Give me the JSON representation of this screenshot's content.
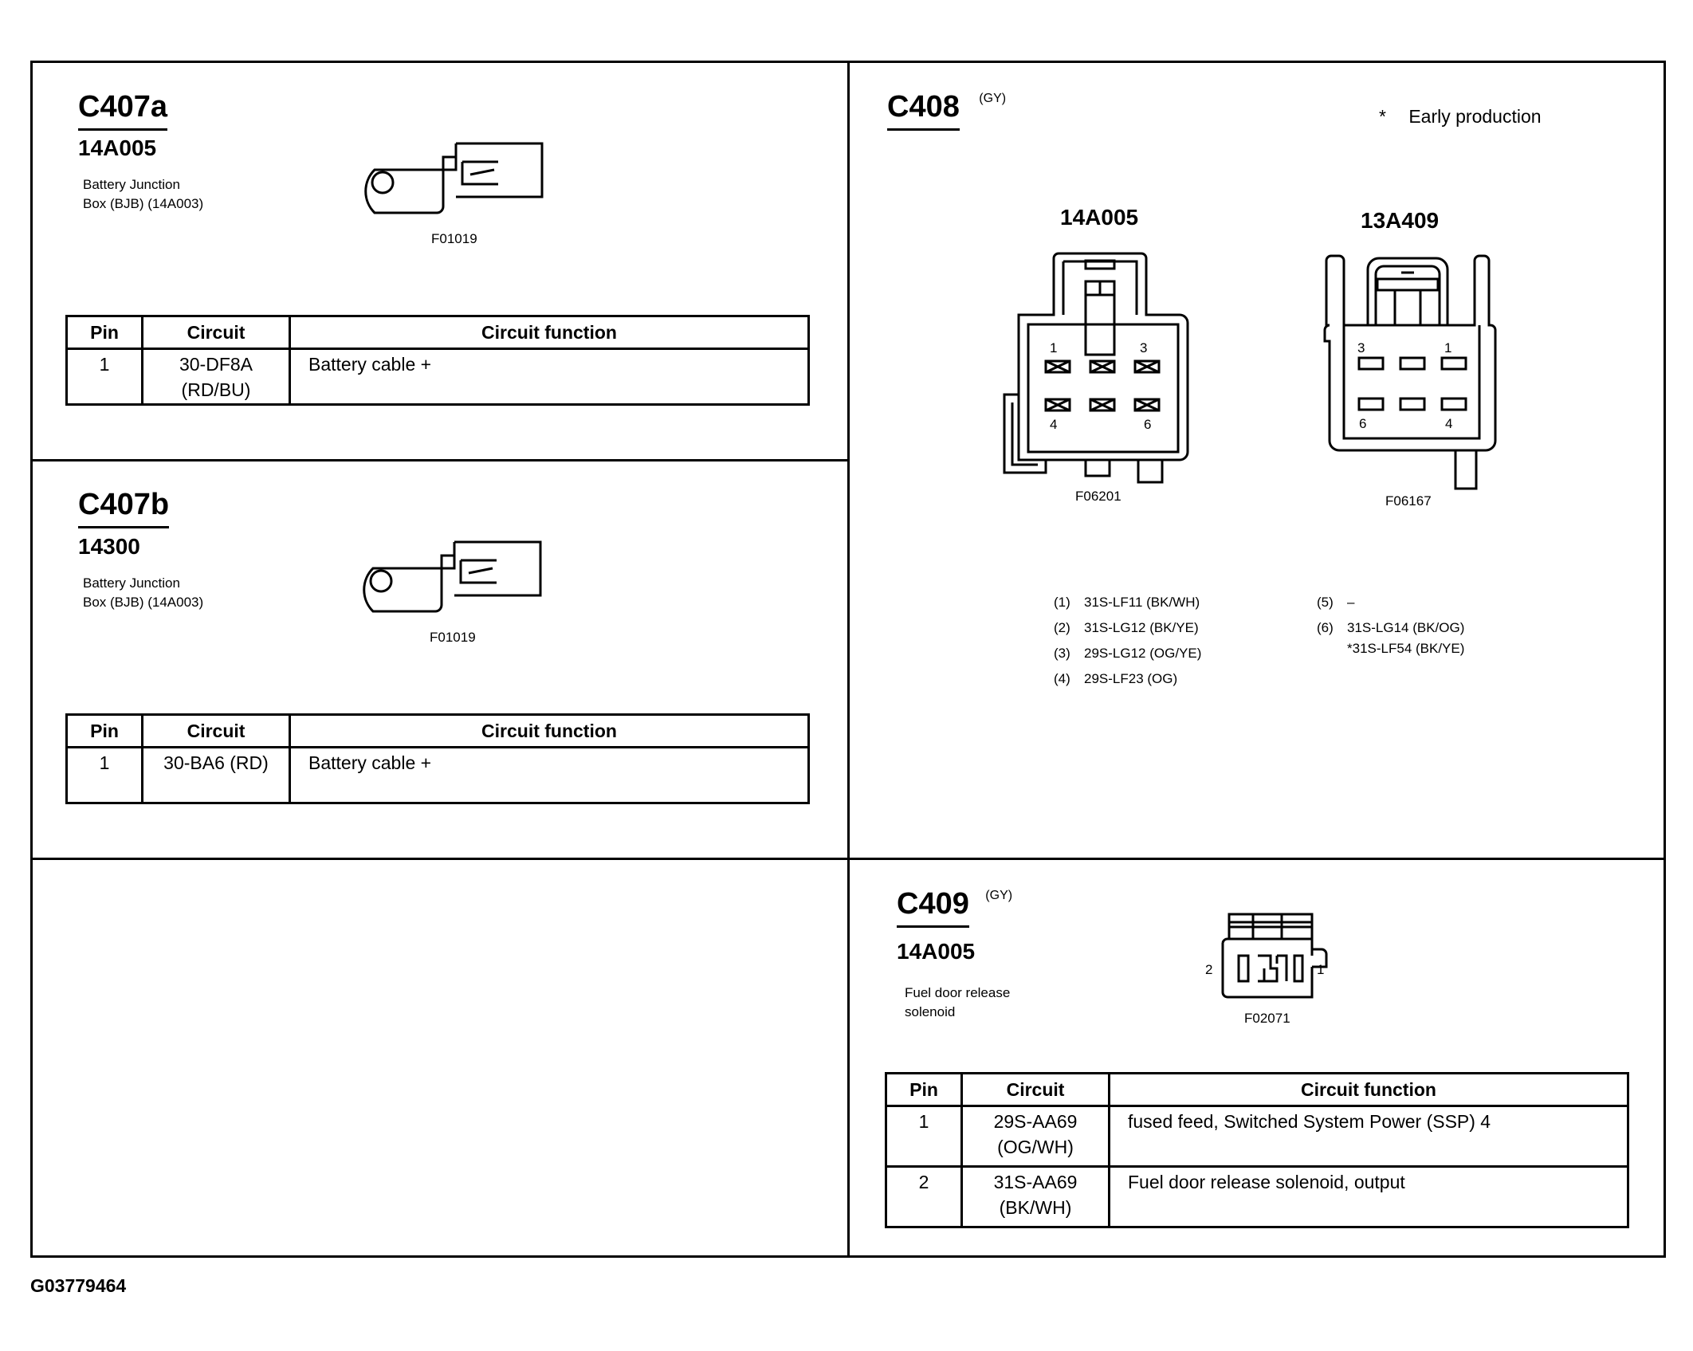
{
  "c407a": {
    "title": "C407a",
    "part": "14A005",
    "desc_line1": "Battery Junction",
    "desc_line2": "Box (BJB) (14A003)",
    "figure": "F01019",
    "headers": [
      "Pin",
      "Circuit",
      "Circuit function"
    ],
    "rows": [
      {
        "pin": "1",
        "circuit_line1": "30-DF8A",
        "circuit_line2": "(RD/BU)",
        "function": "Battery cable +"
      }
    ]
  },
  "c407b": {
    "title": "C407b",
    "part": "14300",
    "desc_line1": "Battery Junction",
    "desc_line2": "Box (BJB) (14A003)",
    "figure": "F01019",
    "headers": [
      "Pin",
      "Circuit",
      "Circuit function"
    ],
    "rows": [
      {
        "pin": "1",
        "circuit_line1": "30-BA6 (RD)",
        "circuit_line2": "",
        "function": "Battery cable +"
      }
    ]
  },
  "c408": {
    "title": "C408",
    "color": "(GY)",
    "note_mark": "*",
    "note": "Early production",
    "left_part": "14A005",
    "right_part": "13A409",
    "left_figure": "F06201",
    "right_figure": "F06167",
    "left_pin_labels": {
      "p1": "1",
      "p3": "3",
      "p4": "4",
      "p6": "6"
    },
    "right_pin_labels": {
      "p3": "3",
      "p1": "1",
      "p6": "6",
      "p4": "4"
    },
    "wires": [
      {
        "num": "(1)",
        "circuit": "31S-LF11 (BK/WH)"
      },
      {
        "num": "(2)",
        "circuit": "31S-LG12 (BK/YE)"
      },
      {
        "num": "(3)",
        "circuit": "29S-LG12 (OG/YE)"
      },
      {
        "num": "(4)",
        "circuit": "29S-LF23 (OG)"
      },
      {
        "num": "(5)",
        "circuit": "–"
      },
      {
        "num": "(6)",
        "circuit": "31S-LG14 (BK/OG)",
        "alt": "*31S-LF54 (BK/YE)"
      }
    ]
  },
  "c409": {
    "title": "C409",
    "color": "(GY)",
    "part": "14A005",
    "desc_line1": "Fuel door release",
    "desc_line2": "solenoid",
    "figure": "F02071",
    "pin_left": "2",
    "pin_right": "1",
    "headers": [
      "Pin",
      "Circuit",
      "Circuit function"
    ],
    "rows": [
      {
        "pin": "1",
        "circuit_line1": "29S-AA69",
        "circuit_line2": "(OG/WH)",
        "function": "fused feed, Switched System Power (SSP) 4"
      },
      {
        "pin": "2",
        "circuit_line1": "31S-AA69",
        "circuit_line2": "(BK/WH)",
        "function": "Fuel door release solenoid, output"
      }
    ]
  },
  "footer": {
    "code": "G03779464"
  }
}
